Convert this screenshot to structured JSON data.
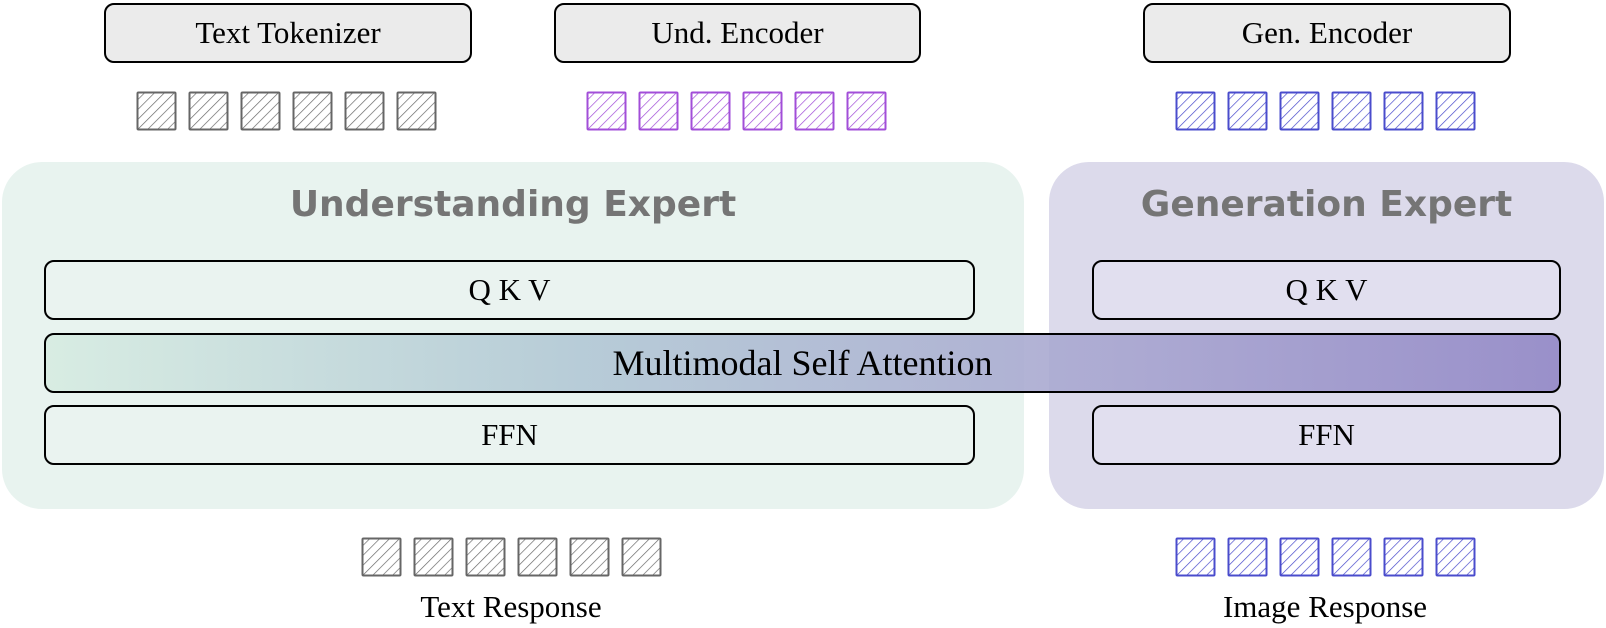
{
  "inputs": {
    "text_tokenizer": "Text Tokenizer",
    "und_encoder": "Und. Encoder",
    "gen_encoder": "Gen. Encoder"
  },
  "understanding_expert": {
    "title": "Understanding Expert",
    "qkv": "Q K V",
    "ffn": "FFN"
  },
  "generation_expert": {
    "title": "Generation Expert",
    "qkv": "Q K V",
    "ffn": "FFN"
  },
  "shared_attention": "Multimodal Self Attention",
  "outputs": {
    "text_response": "Text Response",
    "image_response": "Image Response"
  },
  "colors": {
    "text_token": "#666666",
    "und_token": "#a24ed8",
    "gen_token": "#4a4ccc",
    "understanding_panel": "#e8f3ef",
    "generation_panel": "#dcdaeb"
  }
}
